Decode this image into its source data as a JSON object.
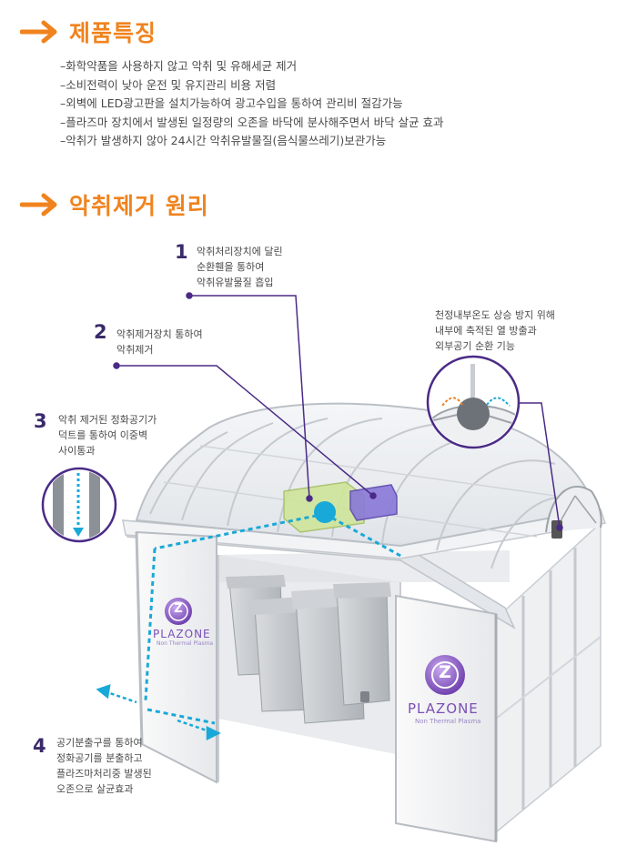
{
  "section1": {
    "title": "제품특징"
  },
  "features": [
    "–화학약품을 사용하지 않고 악취 및 유해세균 제거",
    "–소비전력이 낮아 운전 및 유지관리 비용 저렴",
    "–외벽에 LED광고판을 설치가능하여 광고수입을 통하여 관리비 절감가능",
    "–플라즈마 장치에서 발생된 일정량의 오존을 바닥에 분사해주면서 바닥 살균 효과",
    "–악취가 발생하지 않아 24시간 악취유발물질(음식물쓰레기)보관가능"
  ],
  "section2": {
    "title": "악취제거 원리"
  },
  "callouts": {
    "c1": {
      "num": "1",
      "text": "악취처리장치에 달린\n순환휀을 통하여\n악취유발물질 흡입"
    },
    "c2": {
      "num": "2",
      "text": "악취제거장치 통하여\n악취제거"
    },
    "c3": {
      "num": "3",
      "text": "악취 제거된 정화공기가\n덕트를 통하여 이중벽\n사이통과"
    },
    "c4": {
      "num": "4",
      "text": "공기분출구를 통하여\n정화공기를 분출하고\n플라즈마처리중 발생된\n오존으로 살균효과"
    },
    "c5": {
      "text": "천정내부온도 상승 방지 위해\n내부에 축적된 열 방출과\n외부공기 순환 기능"
    }
  },
  "brand": {
    "name": "PLAZONE",
    "sub": "Non Thermal Plasma",
    "letter": "Z"
  },
  "colors": {
    "accent": "#f0831e",
    "cyan": "#19a9d8",
    "purple": "#4b2a86",
    "brand": "#7b4fb6"
  }
}
